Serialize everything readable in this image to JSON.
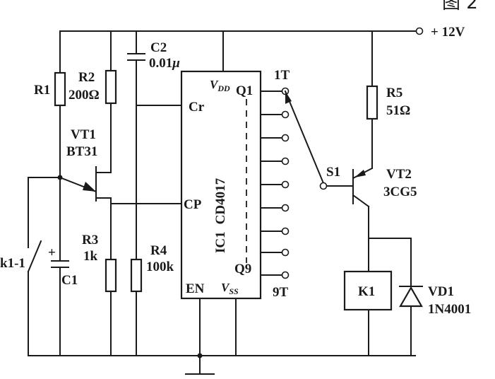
{
  "figure_header": "图 2",
  "supply": {
    "label": "+ 12V"
  },
  "components": {
    "r1": {
      "ref": "R1"
    },
    "r2": {
      "ref": "R2",
      "value": "200Ω"
    },
    "c2": {
      "ref": "C2",
      "value_prefix": "0.01",
      "value_unit": "μ"
    },
    "vt1": {
      "ref": "VT1",
      "type": "BT31"
    },
    "r3": {
      "ref": "R3",
      "value": "1k"
    },
    "r4": {
      "ref": "R4",
      "value": "100k"
    },
    "c1": {
      "ref": "C1",
      "polarity": "+"
    },
    "k1_1": {
      "ref": "k1-1"
    },
    "ic1": {
      "ref": "IC1",
      "part": "CD4017",
      "pins": {
        "vdd_main": "V",
        "vdd_sub": "DD",
        "q1": "Q1",
        "cr": "Cr",
        "cp": "CP",
        "q9": "Q9",
        "en": "EN",
        "vss_main": "V",
        "vss_sub": "SS"
      }
    },
    "outputs": {
      "first": "1T",
      "last": "9T"
    },
    "s1": {
      "ref": "S1"
    },
    "r5": {
      "ref": "R5",
      "value": "51Ω"
    },
    "vt2": {
      "ref": "VT2",
      "type": "3CG5"
    },
    "k1": {
      "ref": "K1"
    },
    "vd1": {
      "ref": "VD1",
      "type": "1N4001"
    }
  }
}
